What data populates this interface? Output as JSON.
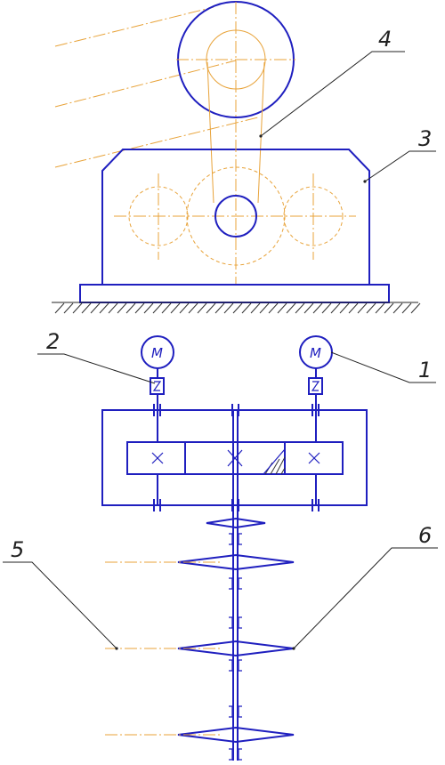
{
  "labels": {
    "l1": "1",
    "l2": "2",
    "l3": "3",
    "l4": "4",
    "l5": "5",
    "l6": "6"
  },
  "motor_symbol": "M",
  "colors": {
    "component_lines": "#1f1fbf",
    "axis_lines": "#e8a33a",
    "leader_lines": "#222222"
  }
}
